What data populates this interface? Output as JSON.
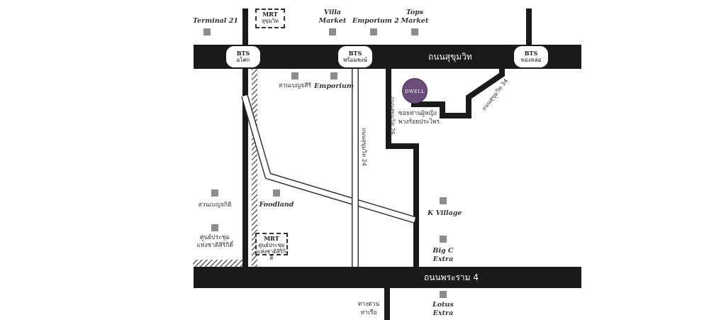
{
  "colors": {
    "road": "#1a1a1a",
    "landmark": "#8c8c8c",
    "pin": "#6b4d7a",
    "minor_road_outline": "#333333"
  },
  "roads": {
    "sukhumvit": "ถนนสุขุมวิท",
    "rama4": "ถนนพระราม 4",
    "soi24": "ถนนสุขุมวิท 24",
    "soi26": "ถนนสุขุมวิท 26",
    "soi34": "ถนนสุขุมวิท 34"
  },
  "stations": [
    {
      "line": "BTS",
      "name": "อโศก"
    },
    {
      "line": "BTS",
      "name": "พร้อมพงษ์"
    },
    {
      "line": "BTS",
      "name": "ทองหล่อ"
    }
  ],
  "mrt": [
    {
      "line": "MRT",
      "name": "สุขุมวิท"
    },
    {
      "line": "MRT",
      "name": "ศูนย์ประชุม",
      "name2": "แห่งชาติสิริกิติ์"
    }
  ],
  "landmarks": {
    "terminal21": "Terminal 21",
    "villa_market": [
      "Villa",
      "Market"
    ],
    "emporium2": "Emporium 2",
    "tops_market": [
      "Tops",
      "Market"
    ],
    "benjasiri": "สวนเบญจสิริ",
    "emporium": "Emporium",
    "foodland": "Foodland",
    "benjakitti": "สวนเบญจกิติ",
    "qsncc": [
      "ศูนย์ประชุม",
      "แห่งชาติสิริกิติ์"
    ],
    "k_village": "K Village",
    "big_c": [
      "Big C",
      "Extra"
    ],
    "lotus": [
      "Lotus",
      "Extra"
    ],
    "soi_note": [
      "ซอยท่านผู้หญิง",
      "พวงร้อยประไพร"
    ],
    "expressway": [
      "ทางด่วน",
      "ท่าเรือ"
    ]
  },
  "dwell": "DWELL"
}
